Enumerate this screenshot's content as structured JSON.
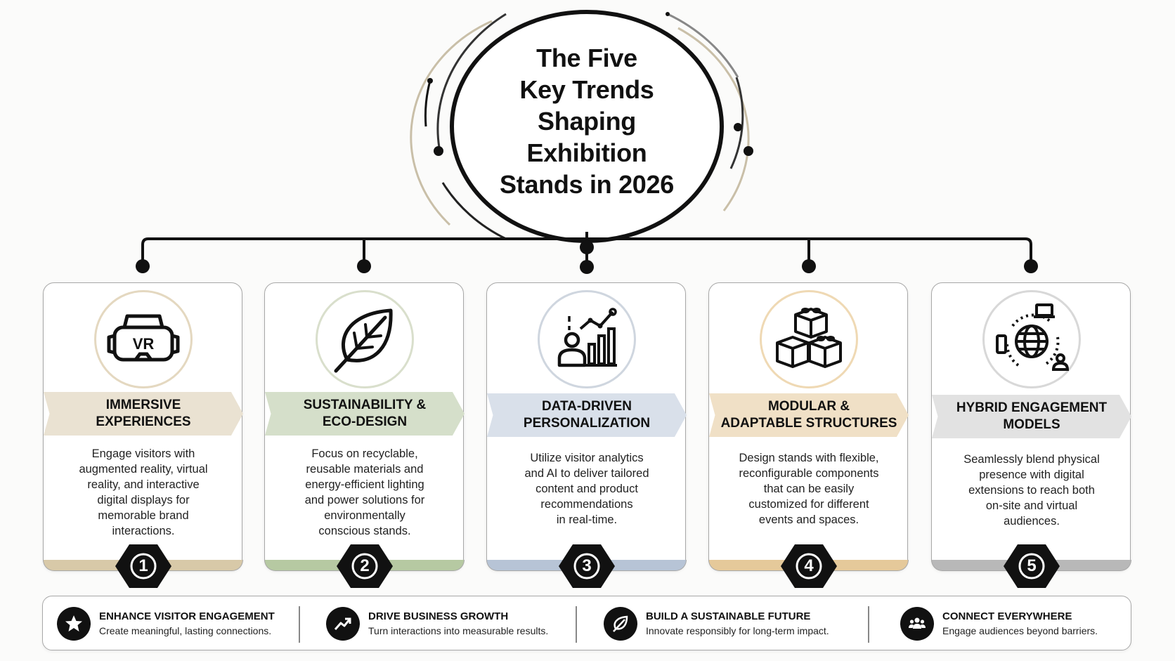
{
  "title": {
    "lines": [
      "The Five",
      "Key Trends",
      "Shaping",
      "Exhibition",
      "Stands in 2026"
    ]
  },
  "cards": [
    {
      "number": "1",
      "icon": "vr-headset-icon",
      "icon_label": "VR",
      "accent": "#eae2d2",
      "accent_bottom": "#d8c9a8",
      "heading": [
        "IMMERSIVE",
        "EXPERIENCES"
      ],
      "description": [
        "Engage visitors with",
        "augmented reality, virtual",
        "reality, and interactive",
        "digital displays for",
        "memorable brand",
        "interactions."
      ]
    },
    {
      "number": "2",
      "icon": "leaf-icon",
      "accent": "#d5dfca",
      "accent_bottom": "#b6c9a2",
      "heading": [
        "SUSTAINABILITY &",
        "ECO-DESIGN"
      ],
      "description": [
        "Focus on recyclable,",
        "reusable materials and",
        "energy-efficient lighting",
        "and power solutions for",
        "environmentally",
        "conscious stands."
      ]
    },
    {
      "number": "3",
      "icon": "analytics-person-icon",
      "accent": "#d9e0ea",
      "accent_bottom": "#b7c4d6",
      "heading": [
        "DATA-DRIVEN",
        "PERSONALIZATION"
      ],
      "description": [
        "Utilize visitor analytics",
        "and AI to deliver tailored",
        "content and product",
        "recommendations",
        "in real-time."
      ]
    },
    {
      "number": "4",
      "icon": "modular-blocks-icon",
      "accent": "#f0e0c6",
      "accent_bottom": "#e5c99a",
      "heading": [
        "MODULAR &",
        "ADAPTABLE STRUCTURES"
      ],
      "description": [
        "Design stands with flexible,",
        "reconfigurable components",
        "that can be easily",
        "customized for different",
        "events and spaces."
      ]
    },
    {
      "number": "5",
      "icon": "globe-devices-icon",
      "accent": "#e2e2e2",
      "accent_bottom": "#b8b8b8",
      "heading": [
        "HYBRID ENGAGEMENT",
        "MODELS"
      ],
      "description": [
        "Seamlessly blend physical",
        "presence with digital",
        "extensions to reach both",
        "on-site and virtual",
        "audiences."
      ]
    }
  ],
  "footer": [
    {
      "icon": "star-icon",
      "title": "ENHANCE VISITOR ENGAGEMENT",
      "subtitle": "Create meaningful, lasting connections."
    },
    {
      "icon": "trend-up-icon",
      "title": "DRIVE BUSINESS GROWTH",
      "subtitle": "Turn interactions into measurable results."
    },
    {
      "icon": "leaf-icon",
      "title": "BUILD A SUSTAINABLE FUTURE",
      "subtitle": "Innovate responsibly for long-term impact."
    },
    {
      "icon": "people-icon",
      "title": "CONNECT EVERYWHERE",
      "subtitle": "Engage audiences beyond barriers."
    }
  ]
}
